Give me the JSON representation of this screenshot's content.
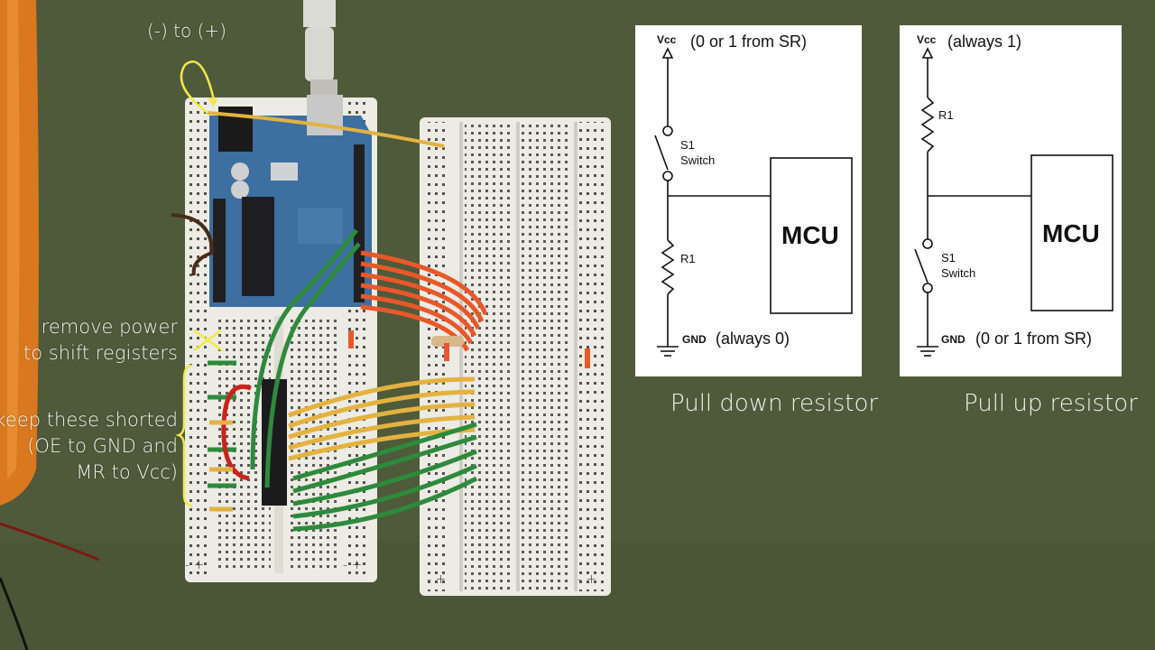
{
  "annotations": {
    "polarity": "(-) to (+)",
    "remove_power": [
      "remove power",
      "to shift registers"
    ],
    "keep_shorted": [
      "keep these shorted",
      "(OE to GND and",
      "MR to Vcc)"
    ]
  },
  "breadboard_rail_marks": "- +",
  "pull_down": {
    "vcc": "Vcc",
    "vcc_note": "(0 or 1 from SR)",
    "switch_id": "S1",
    "switch_label": "Switch",
    "resistor": "R1",
    "mcu": "MCU",
    "gnd": "GND",
    "gnd_note": "(always 0)",
    "caption": "Pull down resistor"
  },
  "pull_up": {
    "vcc": "Vcc",
    "vcc_note": "(always 1)",
    "resistor": "R1",
    "mcu": "MCU",
    "switch_id": "S1",
    "switch_label": "Switch",
    "gnd": "GND",
    "gnd_note": "(0 or 1 from SR)",
    "caption": "Pull up resistor"
  },
  "colors": {
    "background": "#4f5a3a",
    "breadboard": "#ecebe4",
    "arduino": "#3d6fa0",
    "wire_orange": "#e8582a",
    "wire_yellow": "#e3b240",
    "wire_green": "#2e8a3c",
    "wire_red": "#c8241c",
    "highlight": "#f3e84a"
  }
}
